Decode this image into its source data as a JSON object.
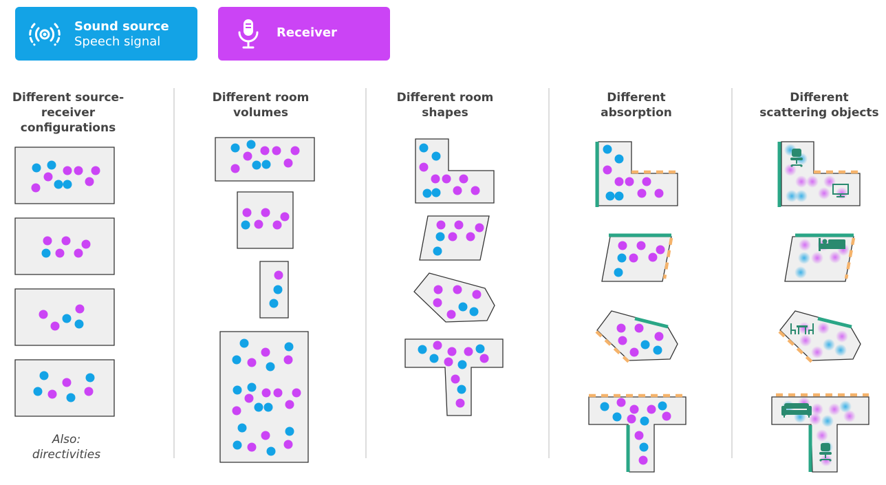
{
  "legend": {
    "source": {
      "title": "Sound source",
      "subtitle": "Speech signal",
      "icon": "sound-source-icon",
      "color": "#13a3e6"
    },
    "receiver": {
      "title": "Receiver",
      "icon": "microphone-icon",
      "color": "#cb44f5"
    }
  },
  "columns": [
    {
      "heading_lines": [
        "Different source-",
        "receiver",
        "configurations"
      ]
    },
    {
      "heading_lines": [
        "Different room",
        "volumes"
      ]
    },
    {
      "heading_lines": [
        "Different room",
        "shapes"
      ]
    },
    {
      "heading_lines": [
        "Different",
        "absorption"
      ]
    },
    {
      "heading_lines": [
        "Different",
        "scattering objects"
      ]
    }
  ],
  "note": {
    "emphasis": "Also",
    "rest": ": ",
    "line2": "directivities"
  },
  "colors": {
    "source": "#13a3e6",
    "receiver": "#cb44f5",
    "room_fill": "#efefef",
    "room_stroke": "#333333",
    "absorber_strong": "#2aa686",
    "absorber_weak": "#f5b36b",
    "object": "#2a8a6f"
  },
  "scattering_objects": [
    "office-chair-icon",
    "monitor-icon",
    "bed-icon",
    "table-chairs-icon",
    "sofa-icon",
    "office-chair-icon"
  ]
}
